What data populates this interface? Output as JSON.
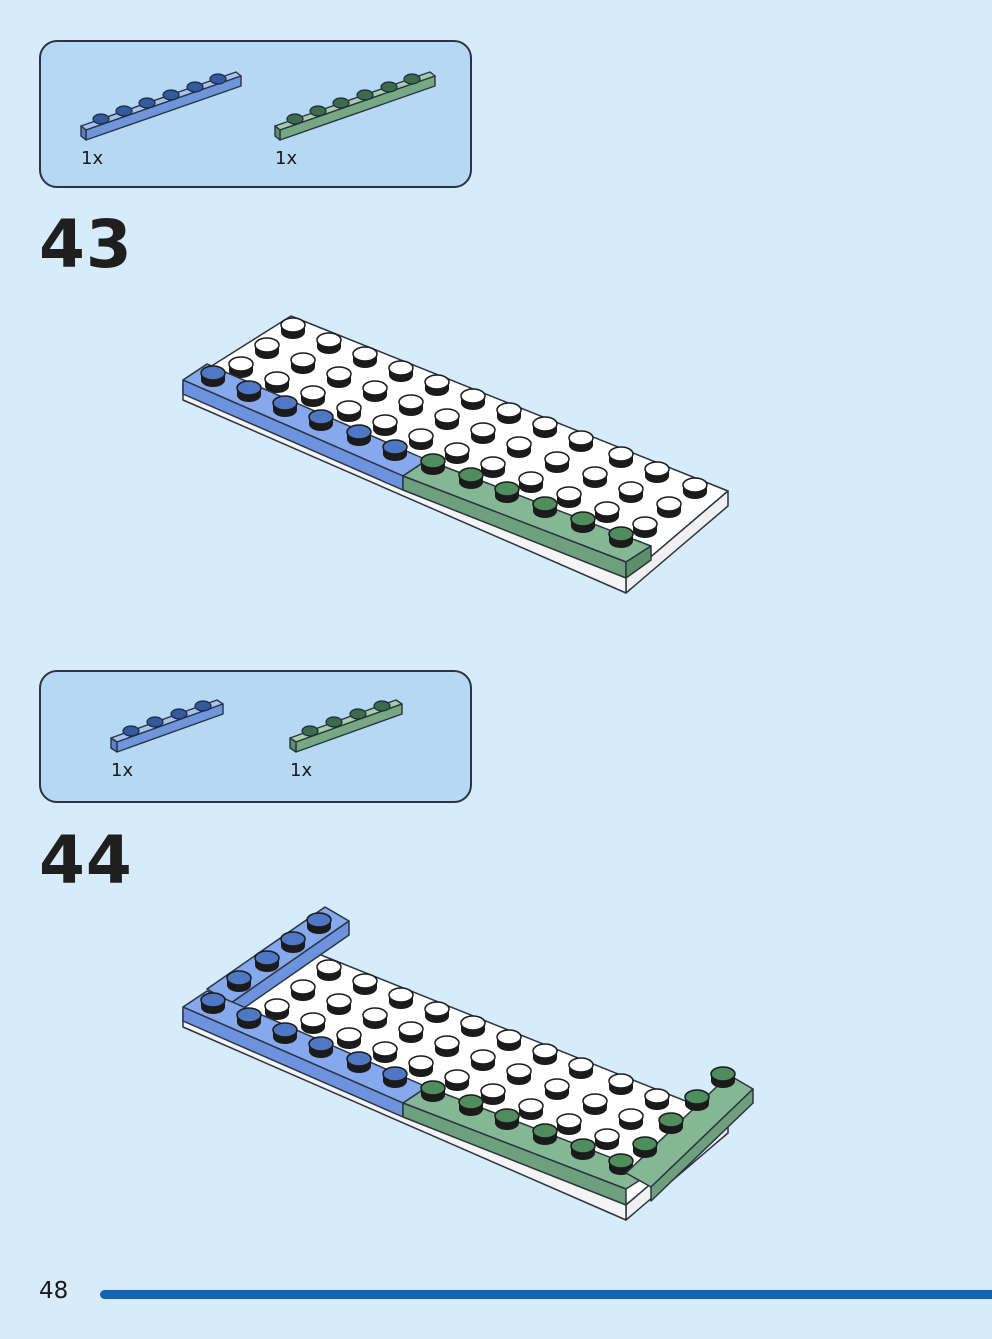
{
  "colors": {
    "page_bg": "#d6ecfb",
    "parts_box_bg": "#b5d8f5",
    "brick_blue": "#7fa6ea",
    "brick_green": "#7fb08d",
    "brick_white": "#ffffff",
    "footer_bar": "#1565b7"
  },
  "steps": [
    {
      "number": "43",
      "parts": [
        {
          "quantity": "1x",
          "color": "blue",
          "shape": "plate-1x6"
        },
        {
          "quantity": "1x",
          "color": "green",
          "shape": "plate-1x6"
        }
      ]
    },
    {
      "number": "44",
      "parts": [
        {
          "quantity": "1x",
          "color": "blue",
          "shape": "plate-1x4"
        },
        {
          "quantity": "1x",
          "color": "green",
          "shape": "plate-1x4"
        }
      ]
    }
  ],
  "footer": {
    "page_number": "48"
  }
}
